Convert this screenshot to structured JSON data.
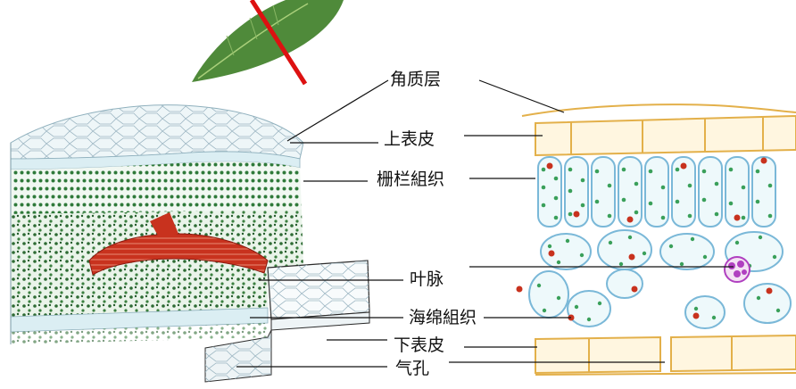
{
  "labels": {
    "cuticle": "角质层",
    "upper_epidermis": "上表皮",
    "palisade": "栅栏組织",
    "vein": "叶脉",
    "spongy": "海绵組织",
    "lower_epidermis": "下表皮",
    "stoma": "气孔"
  },
  "colors": {
    "leaf_green": "#4f8a3a",
    "cell_green": "#2f7a3a",
    "vein_red": "#c8321e",
    "cross_section_outline": "#7ab8d8",
    "epidermis_yellow": "#e3b04a",
    "chloroplast": "#3aa05a",
    "vein_purple": "#b040c0",
    "pointer_red": "#dd1111"
  }
}
